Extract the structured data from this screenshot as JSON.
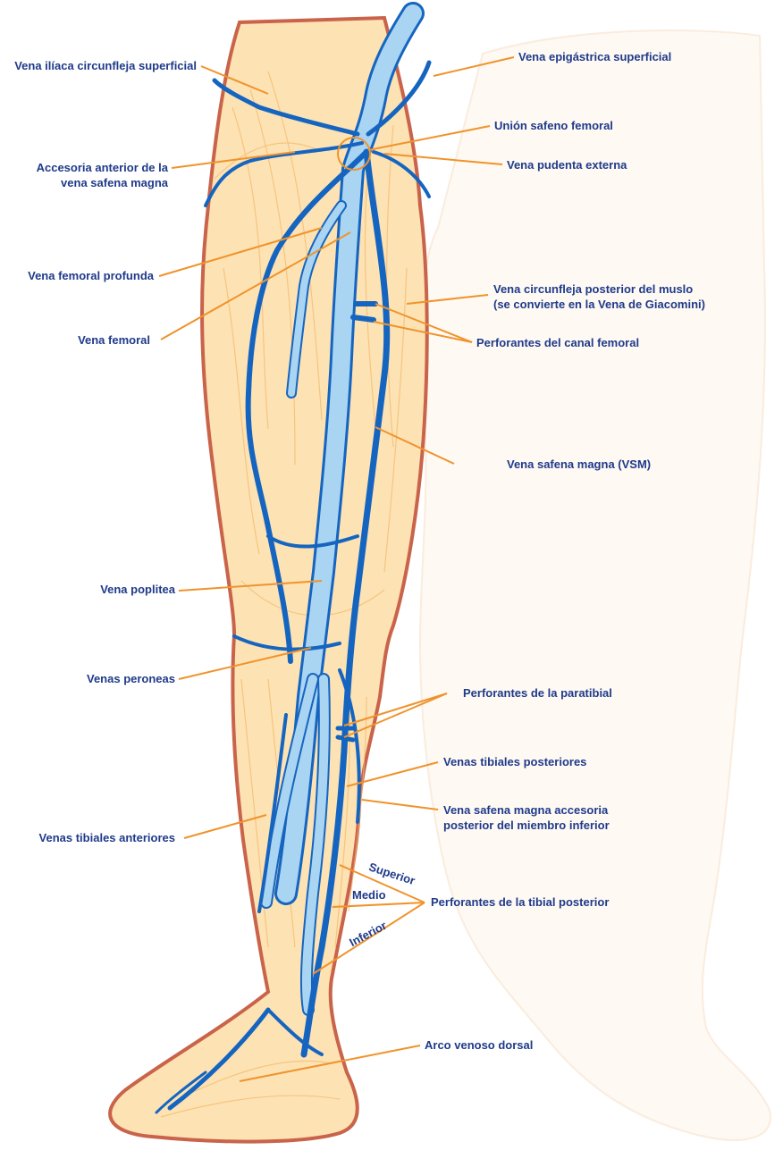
{
  "colors": {
    "label_text": "#1f3a8a",
    "leader_line": "#f0932b",
    "deep_vein_fill": "#a9d4f2",
    "superficial_vein": "#1565c0",
    "skin": "#fde2b4",
    "outline": "#c9634a"
  },
  "labels": {
    "iliaca_circunfleja": "Vena ilíaca circunfleja superficial",
    "epigastrica": "Vena epigástrica superficial",
    "union_safeno": "Unión safeno femoral",
    "accesoria_1": "Accesoria anterior de la",
    "accesoria_2": "vena safena magna",
    "pudenta": "Vena pudenta externa",
    "femoral_profunda": "Vena femoral profunda",
    "circunfleja_posterior_1": "Vena circunfleja posterior del muslo",
    "circunfleja_posterior_2": "(se convierte en la Vena de Giacomini)",
    "femoral": "Vena femoral",
    "perforantes_canal": "Perforantes del canal femoral",
    "vsm": "Vena safena magna (VSM)",
    "poplitea": "Vena poplitea",
    "peroneas": "Venas peroneas",
    "paratibial": "Perforantes de la paratibial",
    "tibiales_posteriores": "Venas tibiales posteriores",
    "accesoria_posterior_1": "Vena safena magna accesoria",
    "accesoria_posterior_2": "posterior del miembro inferior",
    "tibiales_anteriores": "Venas tibiales anteriores",
    "superior": "Superior",
    "medio": "Medio",
    "inferior": "Inferior",
    "tibial_posterior": "Perforantes de la tibial posterior",
    "arco_dorsal": "Arco venoso dorsal"
  }
}
